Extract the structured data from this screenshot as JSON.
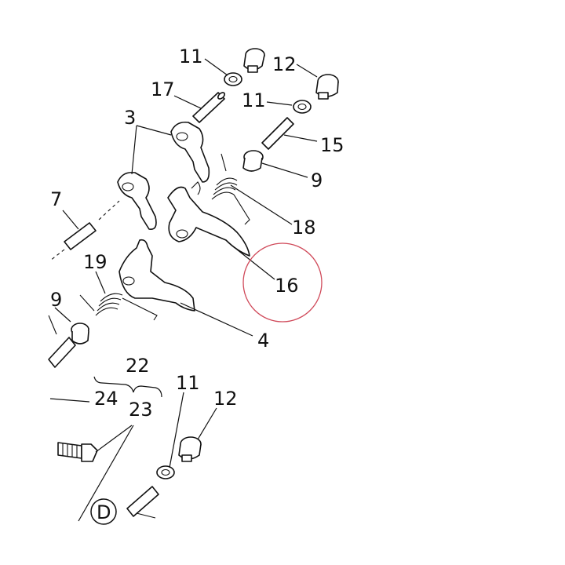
{
  "callouts": [
    {
      "id": "11a",
      "text": "11"
    },
    {
      "id": "12a",
      "text": "12"
    },
    {
      "id": "17",
      "text": "17"
    },
    {
      "id": "11b",
      "text": "11"
    },
    {
      "id": "3",
      "text": "3"
    },
    {
      "id": "15",
      "text": "15"
    },
    {
      "id": "9a",
      "text": "9"
    },
    {
      "id": "7",
      "text": "7"
    },
    {
      "id": "18",
      "text": "18"
    },
    {
      "id": "16",
      "text": "16"
    },
    {
      "id": "19",
      "text": "19"
    },
    {
      "id": "9b",
      "text": "9"
    },
    {
      "id": "4",
      "text": "4"
    },
    {
      "id": "22",
      "text": "22"
    },
    {
      "id": "11c",
      "text": "11"
    },
    {
      "id": "12b",
      "text": "12"
    },
    {
      "id": "24",
      "text": "24"
    },
    {
      "id": "23",
      "text": "23"
    },
    {
      "id": "D",
      "text": "D"
    }
  ],
  "highlight": {
    "color": "#d04a5a",
    "target": "16"
  }
}
